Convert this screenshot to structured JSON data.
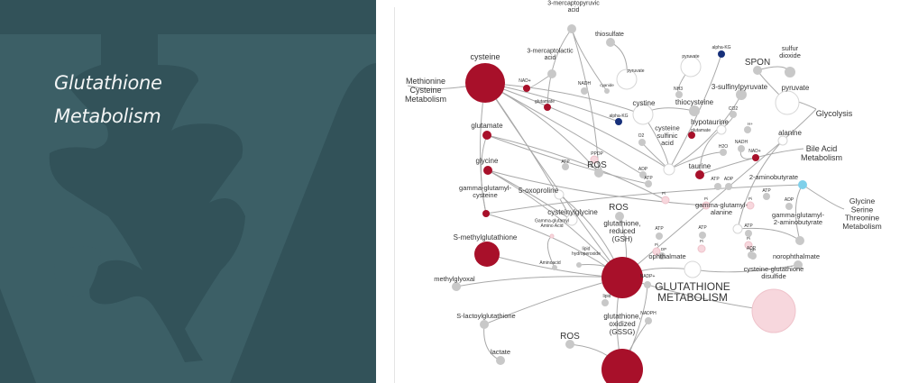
{
  "slide": {
    "title_line1": "Glutathione",
    "title_line2": "Metabolism"
  },
  "colors": {
    "panel_dark": "#325259",
    "panel_light": "#3c5f66",
    "node_red": "#a8102a",
    "node_pink": "#f7d7dd",
    "node_gray": "#c8c8c8",
    "node_white": "#ffffff",
    "node_navy": "#17307a",
    "node_lightblue": "#7fd0ea",
    "edge": "#a9a9a9"
  },
  "diagram": {
    "section_label": [
      "GLUTATHIONE",
      "METABOLISM"
    ],
    "pathways": [
      {
        "id": "metcys",
        "lines": [
          "Methionine",
          "Cysteine",
          "Metabolism"
        ]
      },
      {
        "id": "glycolysis",
        "lines": [
          "Glycolysis"
        ]
      },
      {
        "id": "bile",
        "lines": [
          "Bile Acid",
          "Metabolism"
        ]
      },
      {
        "id": "gst",
        "lines": [
          "Glycine",
          "Serine",
          "Threonine",
          "Metabolism"
        ]
      }
    ],
    "nodes": [
      {
        "id": "cysteine",
        "lines": [
          "cysteine"
        ],
        "color": "red"
      },
      {
        "id": "mpa",
        "lines": [
          "3-mercaptopyruvic",
          "acid"
        ],
        "color": "gray"
      },
      {
        "id": "thiosulfate",
        "lines": [
          "thiosulfate"
        ],
        "color": "gray"
      },
      {
        "id": "mla",
        "lines": [
          "3-mercaptolactic",
          "acid"
        ],
        "color": "gray"
      },
      {
        "id": "pyruvate1",
        "lines": [
          "pyruvate"
        ],
        "color": "white"
      },
      {
        "id": "nad1",
        "lines": [
          "NAD+"
        ],
        "color": "red"
      },
      {
        "id": "nadh1",
        "lines": [
          "NADH"
        ],
        "color": "gray"
      },
      {
        "id": "cyanide",
        "lines": [
          "cyanide"
        ],
        "color": "gray"
      },
      {
        "id": "glutamate_s1",
        "lines": [
          "glutamate"
        ],
        "color": "red"
      },
      {
        "id": "cystine",
        "lines": [
          "cystine"
        ],
        "color": "white"
      },
      {
        "id": "akg1",
        "lines": [
          "alpha-KG"
        ],
        "color": "navy"
      },
      {
        "id": "glutamate",
        "lines": [
          "glutamate"
        ],
        "color": "red"
      },
      {
        "id": "glycine",
        "lines": [
          "glycine"
        ],
        "color": "red"
      },
      {
        "id": "ggc",
        "lines": [
          "gamma-glutamyl-",
          "cysteine"
        ],
        "color": "red"
      },
      {
        "id": "smg",
        "lines": [
          "S-methylglutathione"
        ],
        "color": "red"
      },
      {
        "id": "methylglyoxal",
        "lines": [
          "methylglyoxal"
        ],
        "color": "gray"
      },
      {
        "id": "slg",
        "lines": [
          "S-lactoylglutathione"
        ],
        "color": "gray"
      },
      {
        "id": "lactate",
        "lines": [
          "lactate"
        ],
        "color": "gray"
      },
      {
        "id": "ros3",
        "lines": [
          "ROS"
        ],
        "color": "gray"
      },
      {
        "id": "gssg",
        "lines": [
          "glutathione,",
          "oxidized",
          "(GSSG)"
        ],
        "color": "red"
      },
      {
        "id": "gsh",
        "lines": [
          "glutathione,",
          "reduced",
          "(GSH)"
        ],
        "color": "red"
      },
      {
        "id": "ros2",
        "lines": [
          "ROS"
        ],
        "color": "gray"
      },
      {
        "id": "cysgly",
        "lines": [
          "cysteinylglycine"
        ],
        "color": "white"
      },
      {
        "id": "oxoproline",
        "lines": [
          "5-oxoproline"
        ],
        "color": "white"
      },
      {
        "id": "ggaa",
        "lines": [
          "Gamma-glutamyl",
          "Amino Acid"
        ],
        "color": "pink"
      },
      {
        "id": "aminoacid",
        "lines": [
          "Aminoacid"
        ],
        "color": "gray"
      },
      {
        "id": "lipidhp",
        "lines": [
          "lipid",
          "hydroperoxide"
        ],
        "color": "gray"
      },
      {
        "id": "lipid",
        "lines": [
          "lipid"
        ],
        "color": "gray"
      },
      {
        "id": "nadp",
        "lines": [
          "NADP+"
        ],
        "color": "gray"
      },
      {
        "id": "nadph",
        "lines": [
          "NADPH"
        ],
        "color": "gray"
      },
      {
        "id": "ros1",
        "lines": [
          "ROS"
        ],
        "color": "gray"
      },
      {
        "id": "o2",
        "lines": [
          "O2"
        ],
        "color": "gray"
      },
      {
        "id": "csa",
        "lines": [
          "cysteine",
          "sulfinic",
          "acid"
        ],
        "color": "white"
      },
      {
        "id": "thiocysteine",
        "lines": [
          "thiocysteine"
        ],
        "color": "gray"
      },
      {
        "id": "nh3",
        "lines": [
          "NH3"
        ],
        "color": "gray"
      },
      {
        "id": "pyruvate2",
        "lines": [
          "pyruvate"
        ],
        "color": "white"
      },
      {
        "id": "akg2",
        "lines": [
          "alpha-KG"
        ],
        "color": "navy"
      },
      {
        "id": "spon",
        "lines": [
          "SPON"
        ],
        "color": "gray"
      },
      {
        "id": "so2",
        "lines": [
          "sulfur",
          "dioxide"
        ],
        "color": "gray"
      },
      {
        "id": "sulfinylpyruvate",
        "lines": [
          "3-sulfinylpyruvate"
        ],
        "color": "gray"
      },
      {
        "id": "pyruvate3",
        "lines": [
          "pyruvate"
        ],
        "color": "white"
      },
      {
        "id": "co2",
        "lines": [
          "CO2"
        ],
        "color": "gray"
      },
      {
        "id": "hypotaurine",
        "lines": [
          "hypotaurine"
        ],
        "color": "white"
      },
      {
        "id": "glutamate_s2",
        "lines": [
          "glutamate"
        ],
        "color": "red"
      },
      {
        "id": "h2o",
        "lines": [
          "H2O"
        ],
        "color": "gray"
      },
      {
        "id": "nadh2",
        "lines": [
          "NADH"
        ],
        "color": "gray"
      },
      {
        "id": "nad2",
        "lines": [
          "NAD+"
        ],
        "color": "red"
      },
      {
        "id": "hplus",
        "lines": [
          "H+"
        ],
        "color": "gray"
      },
      {
        "id": "taurine",
        "lines": [
          "taurine"
        ],
        "color": "red"
      },
      {
        "id": "alanine",
        "lines": [
          "alanine"
        ],
        "color": "white"
      },
      {
        "id": "aminobutyrate",
        "lines": [
          "2-aminobutyrate"
        ],
        "color": "lightblue"
      },
      {
        "id": "gga",
        "lines": [
          "gamma-glutamyl-",
          "alanine"
        ],
        "color": "white"
      },
      {
        "id": "ggab",
        "lines": [
          "gamma-glutamyl-",
          "2-aminobutyrate"
        ],
        "color": "gray"
      },
      {
        "id": "norophthalmate",
        "lines": [
          "norophthalmate"
        ],
        "color": "gray"
      },
      {
        "id": "ophthalmate",
        "lines": [
          "ophthalmate"
        ],
        "color": "white"
      },
      {
        "id": "cgd",
        "lines": [
          "cysteine-glutathione",
          "disulfide"
        ],
        "color": "pink"
      },
      {
        "id": "ppdp",
        "lines": [
          "PPDP"
        ],
        "color": "pink"
      },
      {
        "id": "atp1",
        "lines": [
          "ATP"
        ],
        "color": "gray"
      },
      {
        "id": "adp1",
        "lines": [
          "ADP"
        ],
        "color": "gray"
      },
      {
        "id": "atp2",
        "lines": [
          "ATP"
        ],
        "color": "gray"
      },
      {
        "id": "atp3",
        "lines": [
          "ATP"
        ],
        "color": "gray"
      },
      {
        "id": "adp3",
        "lines": [
          "ADP"
        ],
        "color": "gray"
      },
      {
        "id": "pi1",
        "lines": [
          "Pi"
        ],
        "color": "pink"
      },
      {
        "id": "pi2",
        "lines": [
          "Pi"
        ],
        "color": "pink"
      },
      {
        "id": "pi3",
        "lines": [
          "Pi"
        ],
        "color": "pink"
      },
      {
        "id": "atp4",
        "lines": [
          "ATP"
        ],
        "color": "gray"
      },
      {
        "id": "adp4",
        "lines": [
          "ADP"
        ],
        "color": "gray"
      },
      {
        "id": "atp5",
        "lines": [
          "ATP"
        ],
        "color": "gray"
      },
      {
        "id": "atp6",
        "lines": [
          "ATP"
        ],
        "color": "gray"
      },
      {
        "id": "pi4",
        "lines": [
          "Pi"
        ],
        "color": "pink"
      },
      {
        "id": "adp6",
        "lines": [
          "ADP"
        ],
        "color": "gray"
      },
      {
        "id": "atp7",
        "lines": [
          "ATP"
        ],
        "color": "gray"
      },
      {
        "id": "pi5",
        "lines": [
          "Pi"
        ],
        "color": "pink"
      },
      {
        "id": "dp1",
        "lines": [
          "DP"
        ],
        "color": "gray"
      },
      {
        "id": "pi6",
        "lines": [
          "Pi"
        ],
        "color": "pink"
      },
      {
        "id": "dp2",
        "lines": [
          "DP"
        ],
        "color": "gray"
      }
    ]
  }
}
